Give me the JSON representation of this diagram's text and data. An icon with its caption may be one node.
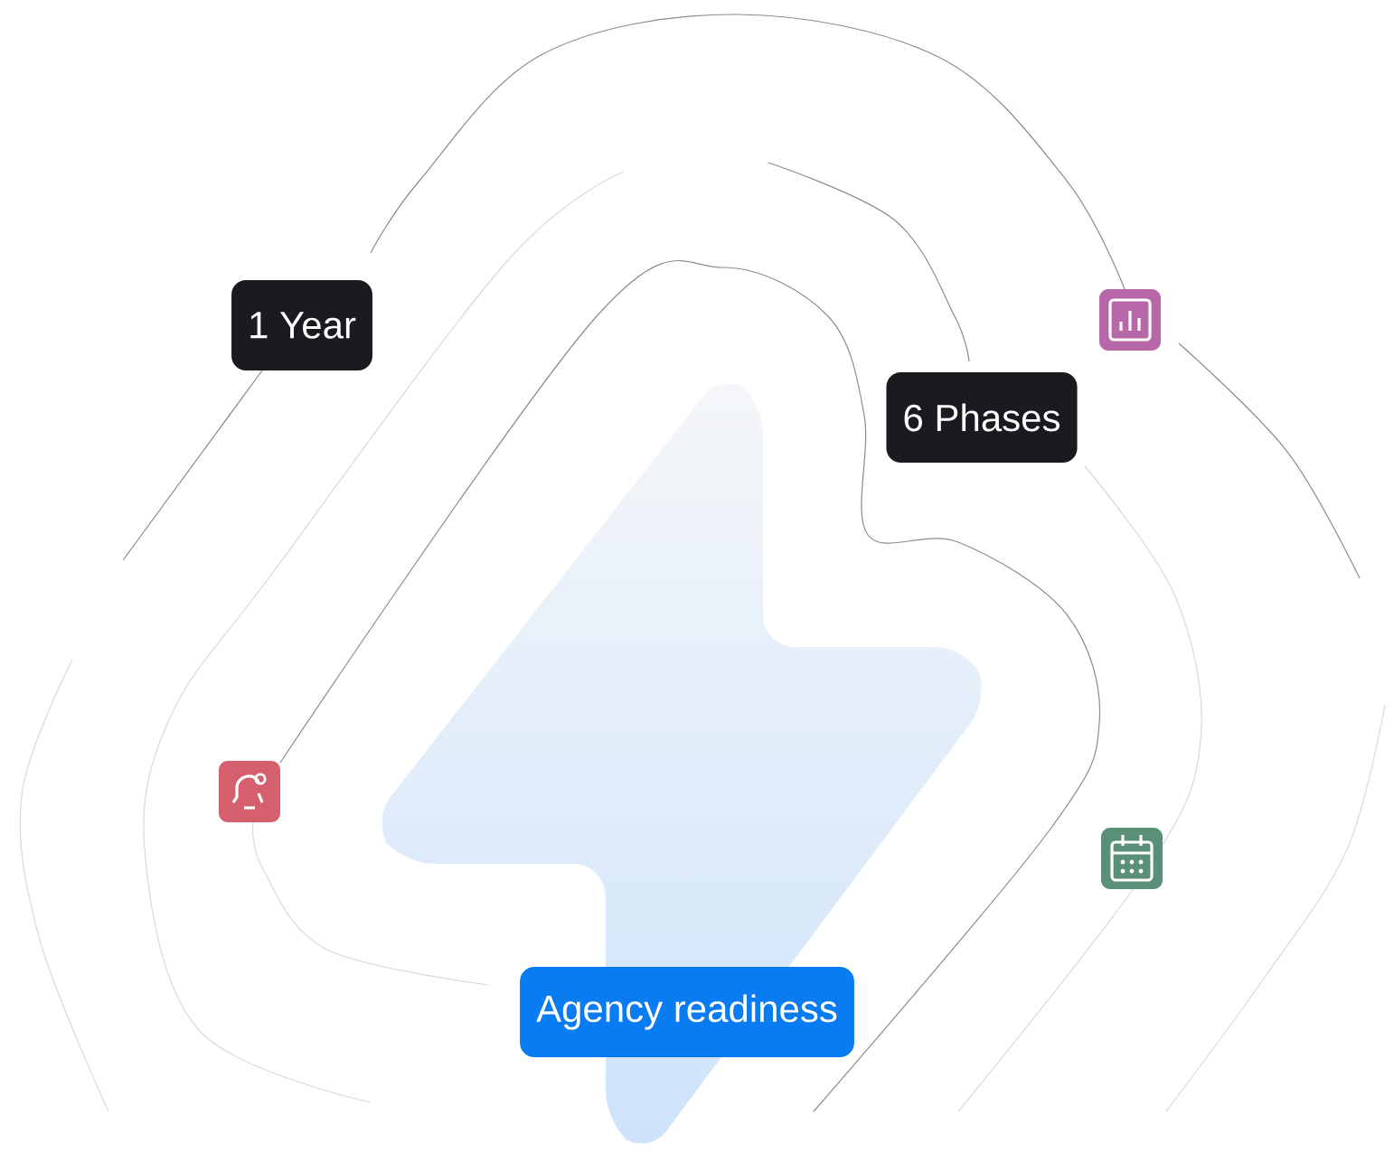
{
  "diagram": {
    "nodes": [
      {
        "text": [
          "1 Year"
        ]
      },
      {
        "text": [
          "6 Phases"
        ]
      },
      {
        "text": [
          "Agency readiness"
        ]
      }
    ]
  }
}
